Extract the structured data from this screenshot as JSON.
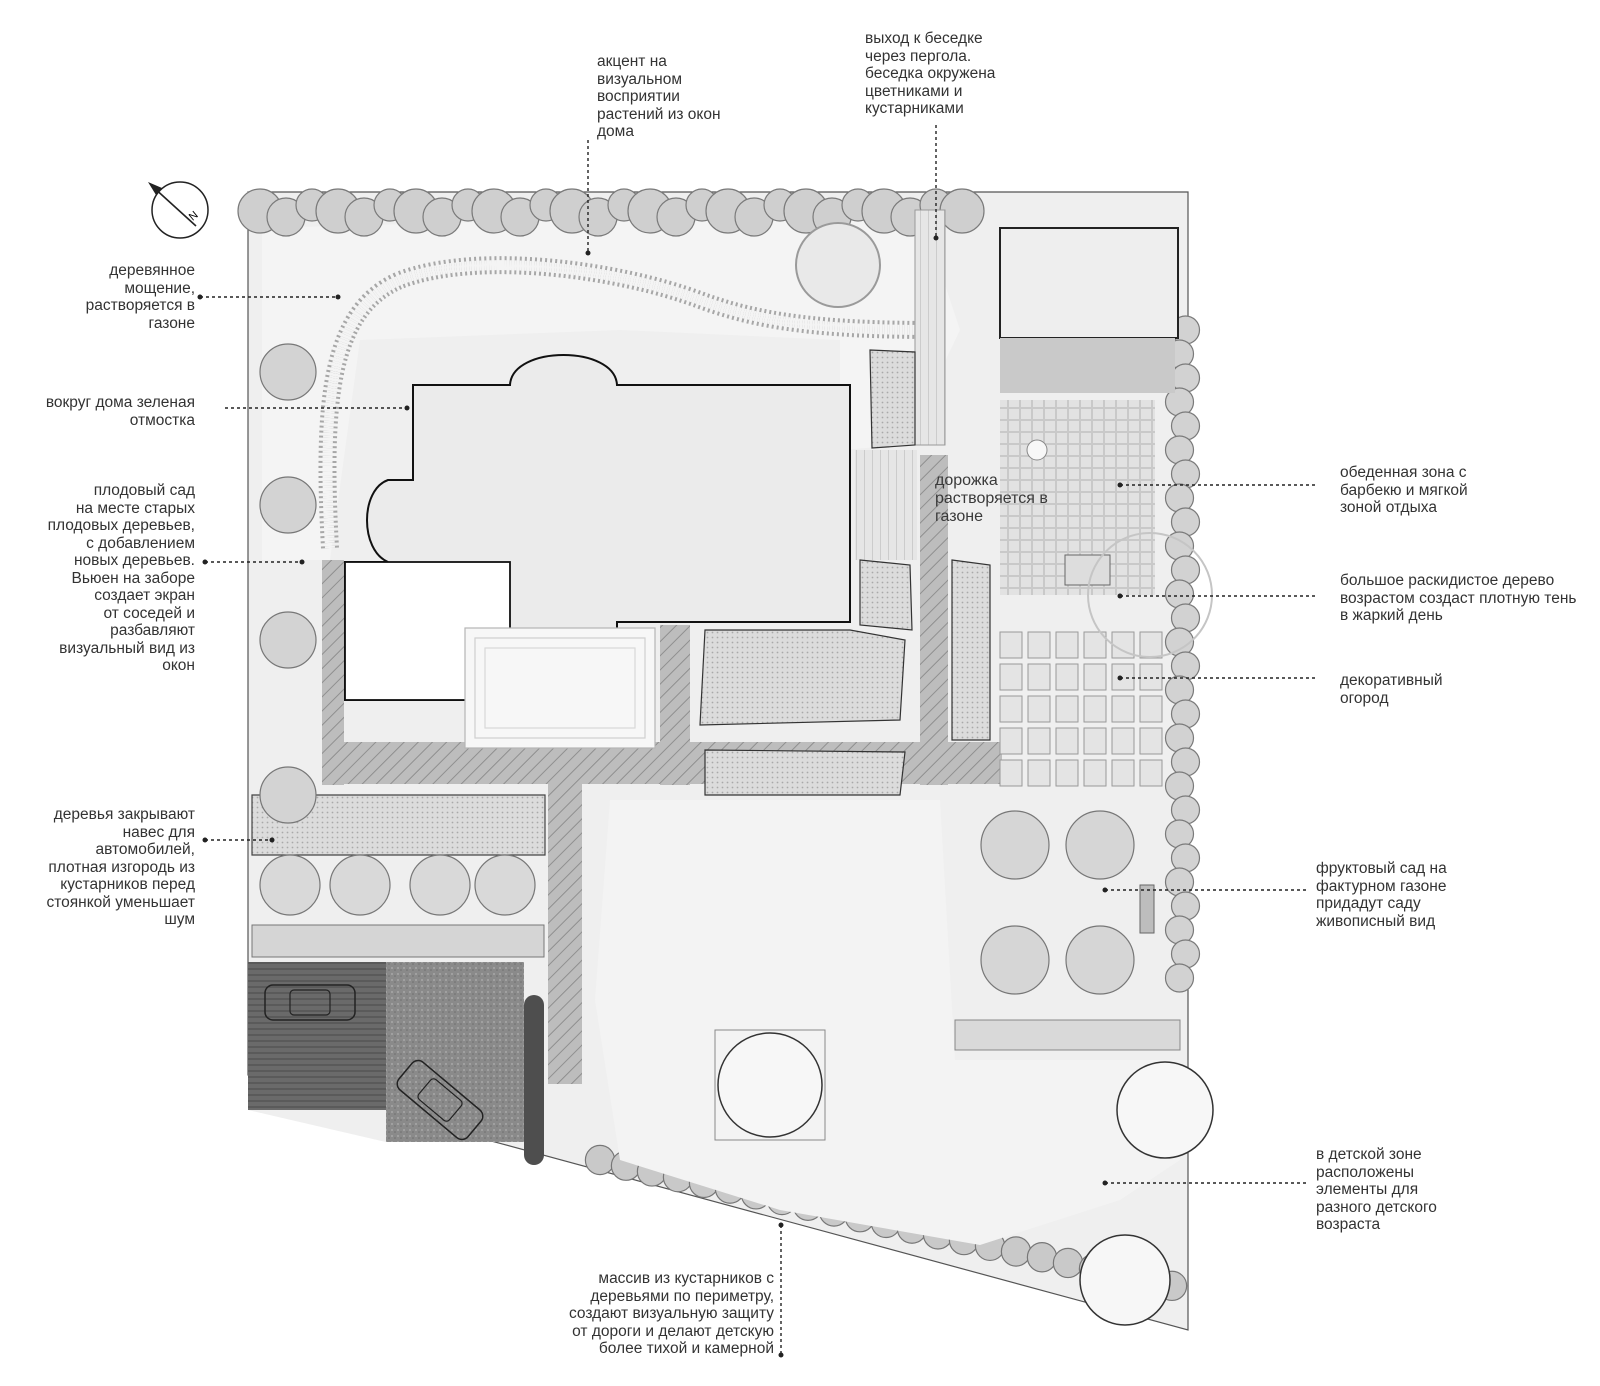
{
  "compass": {
    "label": "N"
  },
  "annotations": {
    "wood_paving": "деревянное\nмощение,\nрастворяется в\nгазоне",
    "visual_accent": "акцент на\nвизуальном\nвосприятии\nрастений из окон\nдома",
    "gazebo_exit": "выход к беседке\nчерез пергола.\nбеседка окружена\nцветниками и\nкустарниками",
    "green_blind_area": "вокруг дома зеленая\nотмостка",
    "fruit_orchard_old": "плодовый сад\nна месте старых\nплодовых деревьев,\nс добавлением\nновых деревьев.\nВьюен на заборе\nсоздает экран\nот соседей и\nразбавляют\nвизуальный вид из\nокон",
    "path_dissolves": "дорожка\nрастворяется в\nгазоне",
    "dining_zone": "обеденная зона с\nбарбекю и мягкой\nзоной отдыха",
    "large_tree": "большое раскидистое дерево\nвозрастом создаст плотную тень\nв жаркий день",
    "decorative_garden": "декоративный\nогород",
    "carport_trees": "деревья закрывают\nнавес для\nавтомобилей,\nплотная изгородь из\nкустарников перед\nстоянкой уменьшает\nшум",
    "fruit_orchard_lawn": "фруктовый сад на\nфактурном газоне\nпридадут саду\nживописный вид",
    "kids_zone": "в детской зоне\nрасположены\nэлементы для\nразного детского\nвозраста",
    "shrub_mass": "массив из кустарников с\nдеревьями по периметру,\nсоздают визуальную защиту\nот дороги и делают детскую\nболее тихой и камерной"
  },
  "colors": {
    "line": "#222222",
    "lawn": "#eeeeee",
    "shrub": "#9a9a9a",
    "paving": "#b8b8b8",
    "house": "#e9e9e9",
    "parking": "#6e6e6e"
  }
}
